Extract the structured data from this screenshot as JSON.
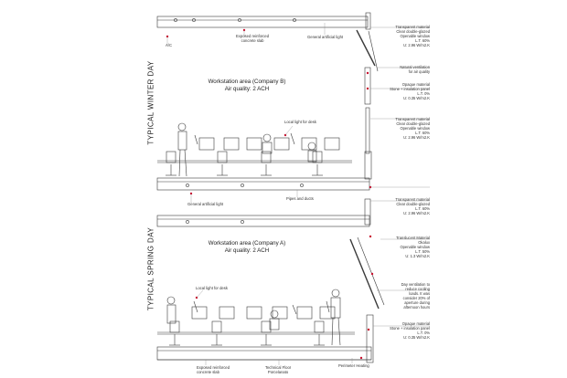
{
  "side_labels": {
    "winter": "TYPICAL WINTER DAY",
    "spring": "TYPICAL  SPRING DAY"
  },
  "winter": {
    "title_line1": "Workstation area (Company B)",
    "title_line2": "Air quality: 2 ACH",
    "ac": "A/C",
    "slab": [
      "Exposed reinforced",
      "concrete slab"
    ],
    "general_light_top": "General artificial light",
    "general_light_bottom": "General artificial light",
    "local_light": "Local light for desk",
    "pipes": "Pipes and ducts"
  },
  "spring": {
    "title_line1": "Workstation area (Company A)",
    "title_line2": "Air quality: 2 ACH",
    "local_light": "Local light for desk",
    "slab": [
      "Exposed reinforced",
      "concrete slab"
    ],
    "floor": [
      "Technical Floor",
      "Porcelanato"
    ],
    "heating": "Perimeter Heating"
  },
  "specs": [
    {
      "id": "w1",
      "lines": [
        "Transparent material",
        "Clear double-glazed",
        "Openable window",
        "L.T. 60%",
        "U: 2.96 W/m2.K"
      ]
    },
    {
      "id": "w2",
      "lines": [
        "Natural ventilation",
        "for air quality"
      ]
    },
    {
      "id": "w3",
      "lines": [
        "Opaque material",
        "Stone + insulation panel",
        "L.T. 0%",
        "U: 0.35 W/m2.K"
      ]
    },
    {
      "id": "w4",
      "lines": [
        "Transparent material",
        "Clear double-glazed",
        "Openable window",
        "L.T. 60%",
        "U: 2.96 W/m2.K"
      ]
    },
    {
      "id": "s1",
      "lines": [
        "Transparent material",
        "Clear double-glazed",
        "L.T. 60%",
        "U: 2.96 W/m2.K"
      ]
    },
    {
      "id": "s2",
      "lines": [
        "Translucent Material",
        "Okalux",
        "Openable window",
        "L.T. 50%",
        "U: 1.3 W/m2.K"
      ]
    },
    {
      "id": "s3",
      "lines": [
        "Day ventilation to",
        "reduce cooling",
        "loads. It was",
        "consider 20% of",
        "aperture during",
        "afternoon hours"
      ]
    },
    {
      "id": "s4",
      "lines": [
        "Opaque material",
        "Stone + insulation panel",
        "L.T. 0%",
        "U: 0.35 W/m2.K"
      ]
    }
  ],
  "colors": {
    "line": "#3a3a3a",
    "accent": "#c8102e"
  }
}
